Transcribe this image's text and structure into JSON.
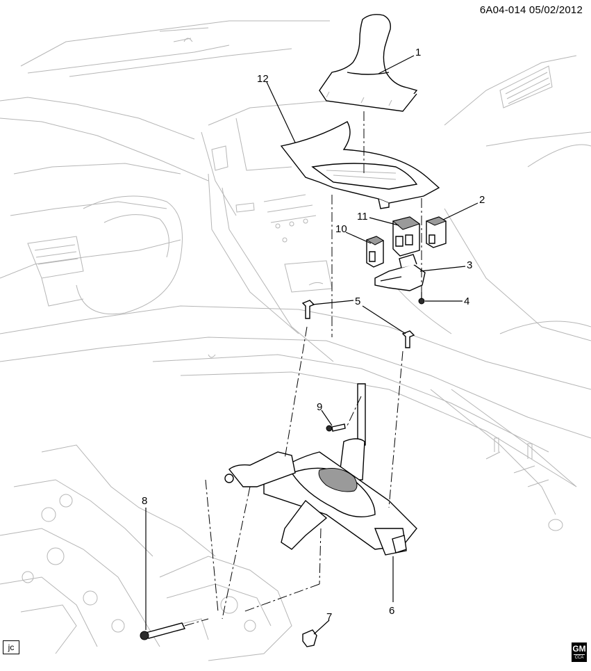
{
  "header": {
    "doc_id": "6A04-014  05/02/2012"
  },
  "footer": {
    "badge": "jc",
    "logo_main": "GM",
    "logo_sub": "CCA"
  },
  "callouts": [
    "1",
    "2",
    "3",
    "4",
    "5",
    "5",
    "6",
    "7",
    "8",
    "9",
    "10",
    "11",
    "12"
  ]
}
